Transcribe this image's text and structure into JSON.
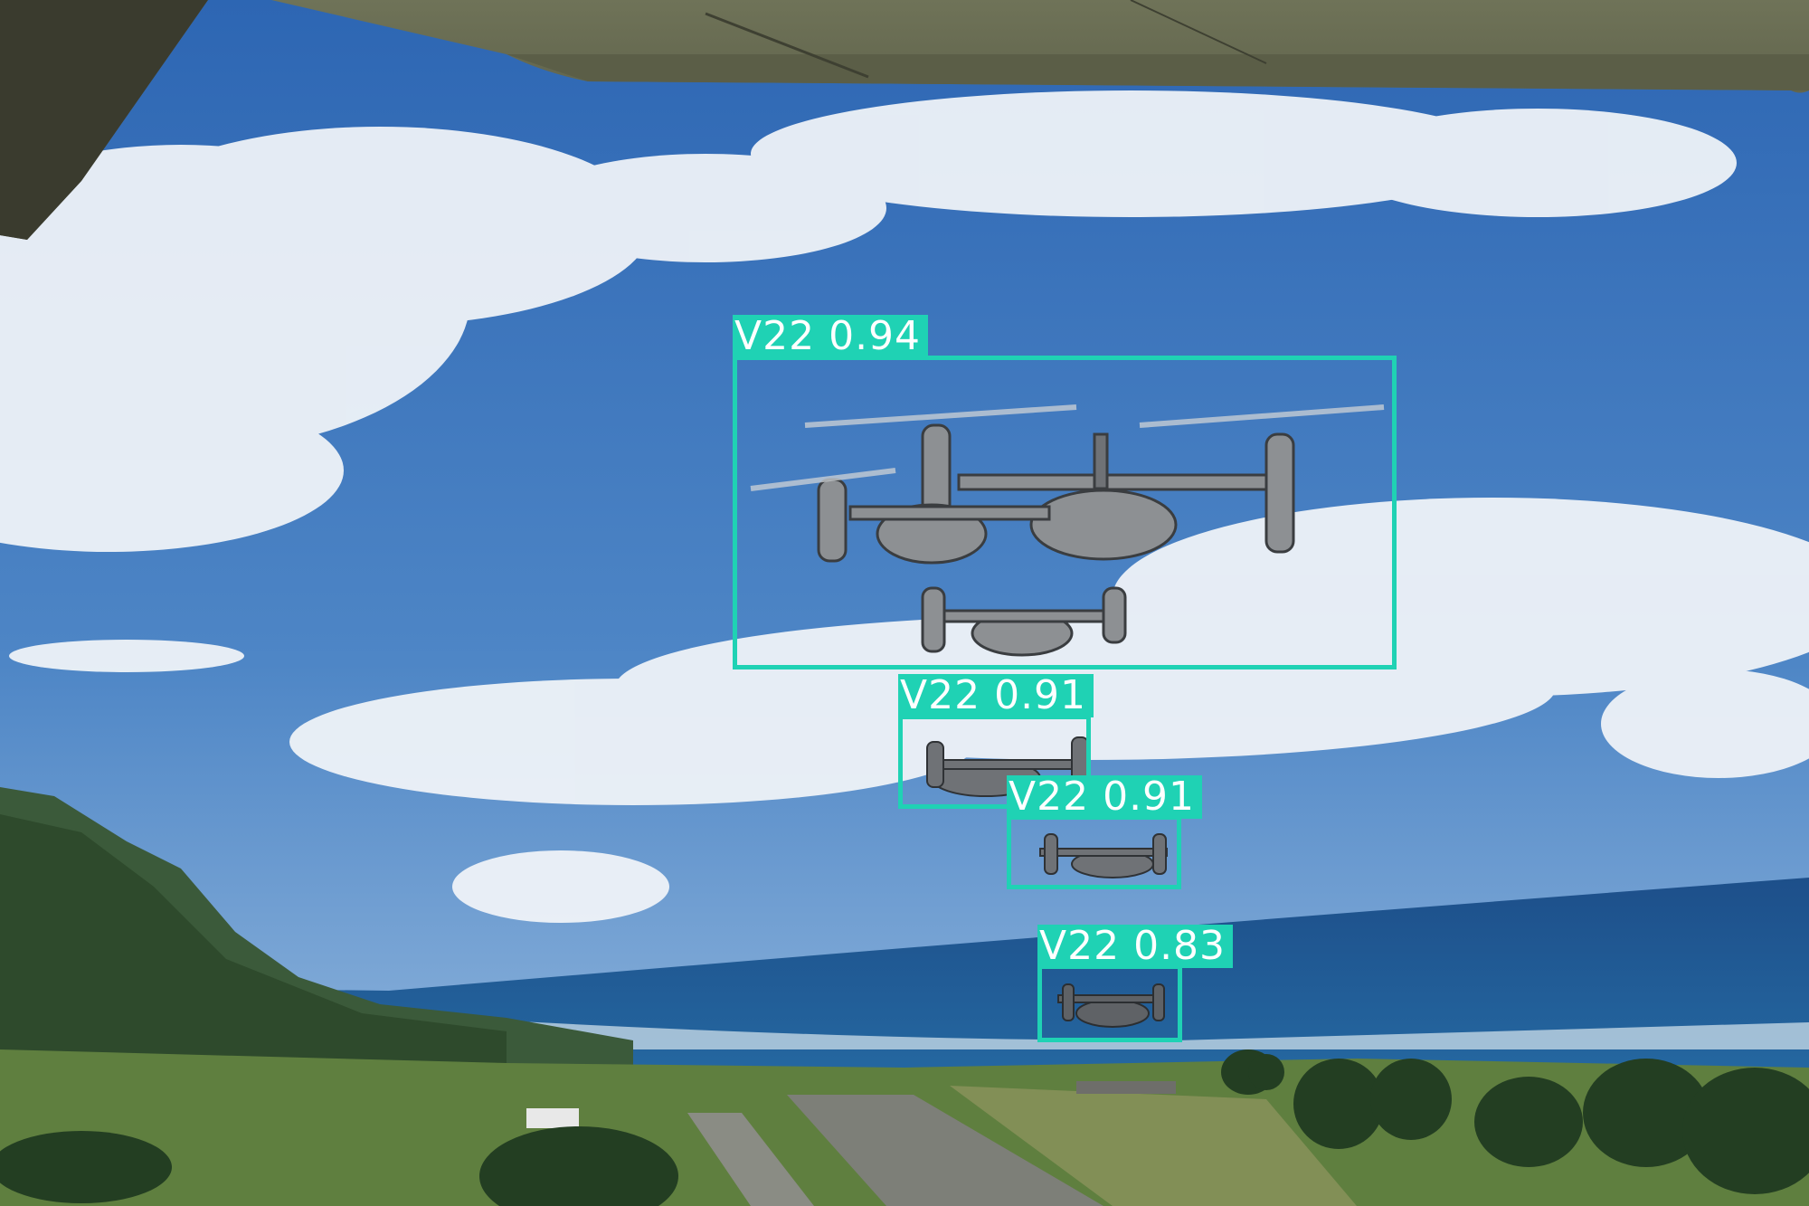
{
  "image": {
    "description_tags": [
      "aerial-photo",
      "wing-underside",
      "sky-with-clouds",
      "mountain-ridge",
      "ocean",
      "airfield",
      "tiltrotor-aircraft"
    ]
  },
  "detections": [
    {
      "class": "V22",
      "score": "0.94",
      "label": "V22  0.94"
    },
    {
      "class": "V22",
      "score": "0.91",
      "label": "V22  0.91"
    },
    {
      "class": "V22",
      "score": "0.91",
      "label": "V22  0.91"
    },
    {
      "class": "V22",
      "score": "0.83",
      "label": "V22  0.83"
    }
  ],
  "colors": {
    "box": "#1fd2b4",
    "label_text": "#ffffff",
    "sky": "#3b6fb0",
    "ocean": "#1f5f9a"
  }
}
